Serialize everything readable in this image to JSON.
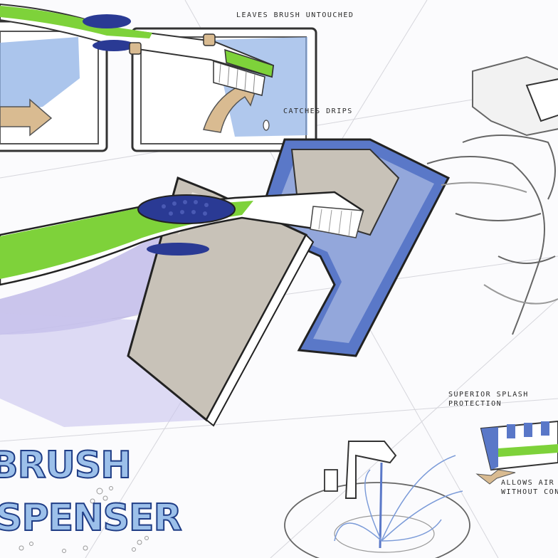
{
  "annotations": {
    "leaves_untouched": "LEAVES BRUSH UNTOUCHED",
    "catches_drips": "CATCHES DRIPS",
    "splash_line1": "SUPERIOR SPLASH",
    "splash_line2": "PROTECTION",
    "air_line1": "ALLOWS AIR CI",
    "air_line2": "WITHOUT CONT"
  },
  "title": {
    "line1": "BRUSH",
    "line2": "SPENSER"
  },
  "colors": {
    "brush_green": "#7ed23a",
    "bristle_pad_blue": "#2a3a94",
    "dispenser_blue": "#5a78c8",
    "dispenser_grey": "#c8c2b8",
    "shadow_lavender": "#b9b3e6",
    "arrow_tan": "#d9bb91",
    "window_blue": "#8fb1e6",
    "title_fill": "#9cc0ea",
    "title_outline": "#1f3d86"
  }
}
